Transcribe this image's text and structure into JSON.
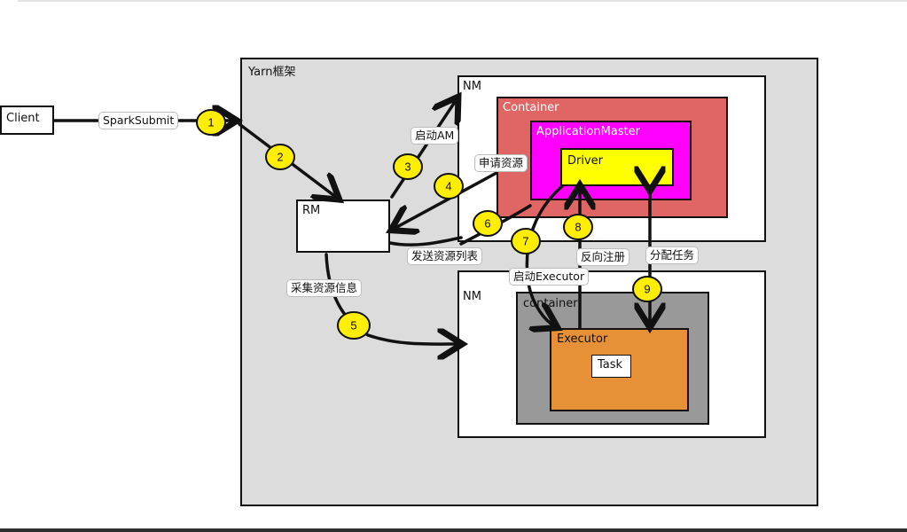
{
  "diagram": {
    "yarn_frame_label": "Yarn框架",
    "client_label": "Client",
    "rm_label": "RM",
    "nm_top_label": "NM",
    "nm_bottom_label": "NM",
    "container_top_label": "Container",
    "application_master_label": "ApplicationMaster",
    "driver_label": "Driver",
    "container_bottom_label": "container",
    "executor_label": "Executor",
    "task_label": "Task",
    "edge_labels": {
      "spark_submit": "SparkSubmit",
      "start_am": "启动AM",
      "request_resources": "申请资源",
      "send_resource_list": "发送资源列表",
      "collect_resource_info": "采集资源信息",
      "start_executor": "启动Executor",
      "reverse_register": "反向注册",
      "assign_tasks": "分配任务"
    },
    "step_numbers": [
      "1",
      "2",
      "3",
      "4",
      "5",
      "6",
      "7",
      "8",
      "9"
    ]
  },
  "colors": {
    "frame_bg": "#dcdcdc",
    "container_top": "#e06666",
    "application_master": "#ff00ff",
    "driver": "#ffff00",
    "container_bottom": "#999999",
    "executor": "#e69138",
    "step_marker": "#ffee00"
  }
}
